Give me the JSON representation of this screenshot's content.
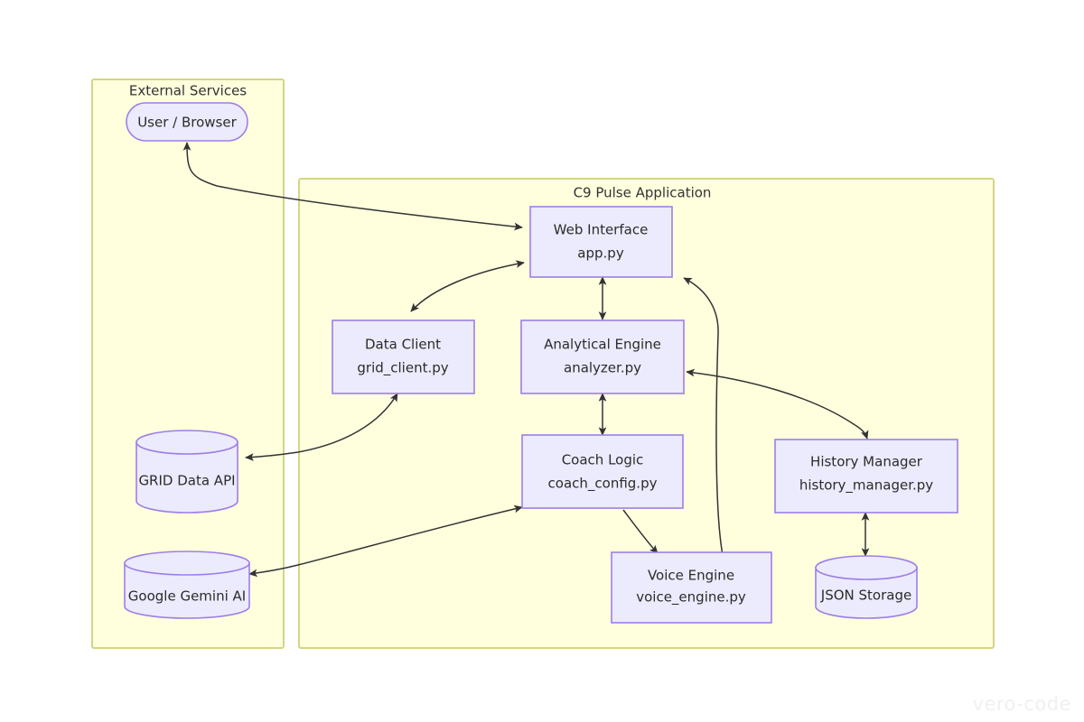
{
  "diagram": {
    "type": "flowchart",
    "watermark": "vero-code",
    "colors": {
      "subgraph_fill": "#ffffde",
      "subgraph_border": "#d4d487",
      "node_fill": "#ecebfd",
      "node_border": "#9d7ee8",
      "edge_stroke": "#333333",
      "text": "#2b2b2b",
      "background": "#ffffff"
    },
    "subgraphs": [
      {
        "id": "external",
        "title": "External Services"
      },
      {
        "id": "app",
        "title": "C9 Pulse Application"
      }
    ],
    "nodes": [
      {
        "id": "user",
        "shape": "stadium",
        "group": "external",
        "line1": "User / Browser",
        "line2": ""
      },
      {
        "id": "grid",
        "shape": "cylinder",
        "group": "external",
        "line1": "GRID Data API",
        "line2": ""
      },
      {
        "id": "gemini",
        "shape": "cylinder",
        "group": "external",
        "line1": "Google Gemini AI",
        "line2": ""
      },
      {
        "id": "web",
        "shape": "rect",
        "group": "app",
        "line1": "Web Interface",
        "line2": "app.py"
      },
      {
        "id": "client",
        "shape": "rect",
        "group": "app",
        "line1": "Data Client",
        "line2": "grid_client.py"
      },
      {
        "id": "engine",
        "shape": "rect",
        "group": "app",
        "line1": "Analytical Engine",
        "line2": "analyzer.py"
      },
      {
        "id": "coach",
        "shape": "rect",
        "group": "app",
        "line1": "Coach Logic",
        "line2": "coach_config.py"
      },
      {
        "id": "history",
        "shape": "rect",
        "group": "app",
        "line1": "History Manager",
        "line2": "history_manager.py"
      },
      {
        "id": "voice",
        "shape": "rect",
        "group": "app",
        "line1": "Voice Engine",
        "line2": "voice_engine.py"
      },
      {
        "id": "json",
        "shape": "cylinder",
        "group": "app",
        "line1": "JSON Storage",
        "line2": ""
      }
    ],
    "edges": [
      {
        "from": "user",
        "to": "web",
        "direction": "both"
      },
      {
        "from": "web",
        "to": "client",
        "direction": "both"
      },
      {
        "from": "web",
        "to": "engine",
        "direction": "both"
      },
      {
        "from": "client",
        "to": "grid",
        "direction": "both"
      },
      {
        "from": "engine",
        "to": "coach",
        "direction": "both"
      },
      {
        "from": "engine",
        "to": "history",
        "direction": "both"
      },
      {
        "from": "coach",
        "to": "gemini",
        "direction": "both"
      },
      {
        "from": "coach",
        "to": "voice",
        "direction": "forward"
      },
      {
        "from": "voice",
        "to": "web",
        "direction": "forward"
      },
      {
        "from": "history",
        "to": "json",
        "direction": "both"
      }
    ]
  }
}
